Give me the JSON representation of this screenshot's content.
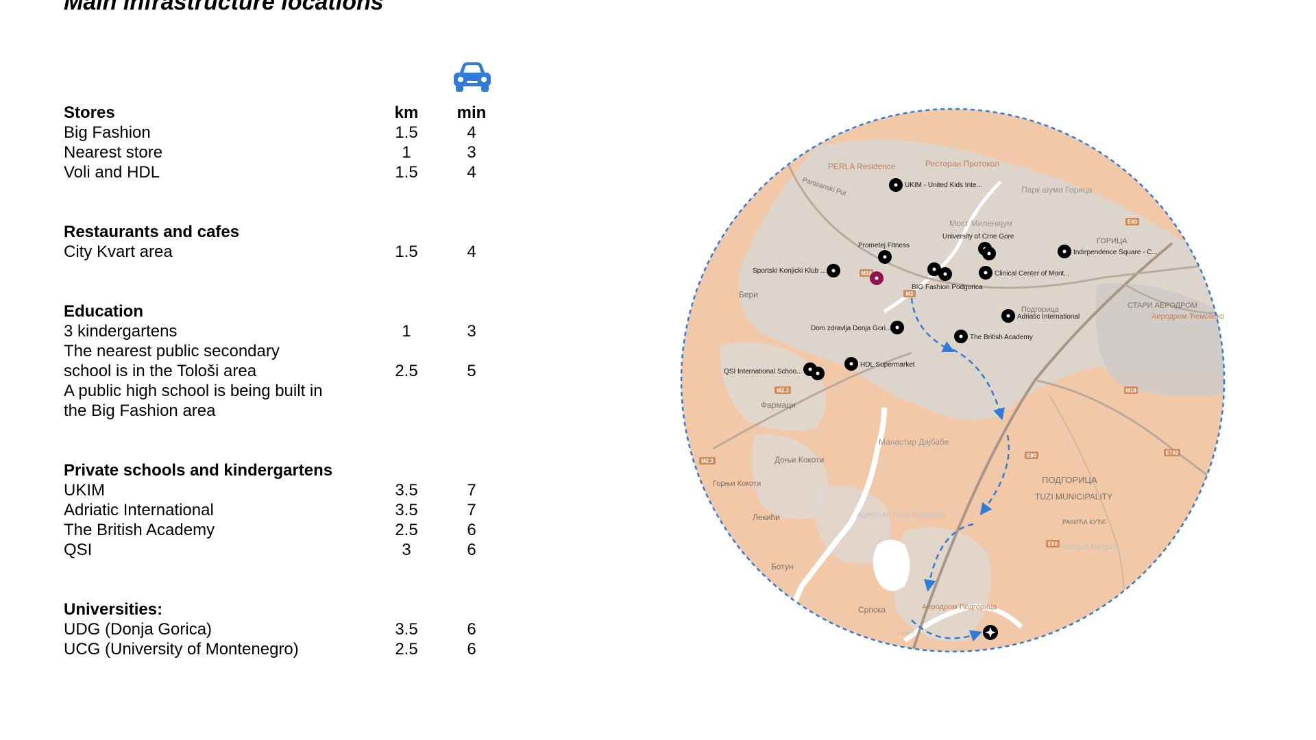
{
  "title": "Main infrastructure locations",
  "columns": {
    "km": "km",
    "min": "min"
  },
  "icons": {
    "transport": "car-icon"
  },
  "colors": {
    "accent": "#2f7bd8",
    "map_base": "#f1c7a5",
    "marker": "#000000",
    "home_marker": "#8e1350"
  },
  "sections": [
    {
      "title": "Stores",
      "rows": [
        {
          "label": "Big Fashion",
          "km": "1.5",
          "min": "4"
        },
        {
          "label": "Nearest store",
          "km": "1",
          "min": "3"
        },
        {
          "label": "Voli and HDL",
          "km": "1.5",
          "min": "4"
        }
      ]
    },
    {
      "title": "Restaurants and cafes",
      "rows": [
        {
          "label": "City Kvart area",
          "km": "1.5",
          "min": "4"
        }
      ]
    },
    {
      "title": "Education",
      "rows": [
        {
          "label": "3 kindergartens",
          "km": "1",
          "min": "3"
        },
        {
          "label": "The nearest public secondary school is in the Tološi area",
          "km": "2.5",
          "min": "5"
        },
        {
          "label": "A public high school is being built in the Big Fashion area",
          "km": "",
          "min": ""
        }
      ]
    },
    {
      "title": "Private schools and kindergartens",
      "rows": [
        {
          "label": "UKIM",
          "km": "3.5",
          "min": "7"
        },
        {
          "label": "Adriatic International",
          "km": "3.5",
          "min": "7"
        },
        {
          "label": "The British Academy",
          "km": "2.5",
          "min": "6"
        },
        {
          "label": "QSI",
          "km": "3",
          "min": "6"
        }
      ]
    },
    {
      "title": "Universities:",
      "rows": [
        {
          "label": "UDG (Donja Gorica)",
          "km": "3.5",
          "min": "6"
        },
        {
          "label": "UCG (University of Montenegro)",
          "km": "2.5",
          "min": "6"
        }
      ]
    }
  ],
  "map": {
    "poi": [
      "UKIM - United Kids Inte...",
      "University of Crne Gore",
      "Prometej Fitness",
      "Independence Square - C...",
      "Sportski Konjicki Klub ...",
      "Clinical Center of Mont...",
      "BIG Fashion Podgorica",
      "Adriatic International",
      "Dom zdravlja Donja Gori...",
      "The British Academy",
      "HDL Supermarket",
      "QSI International Schoo..."
    ],
    "places": [
      "PERLA Residence",
      "Ресторан Протокол",
      "Partizanski Put",
      "Парк шума Горица",
      "Мост Миленијум",
      "ГОРИЦА",
      "Бери",
      "СТАРИ АЕРОДРОМ",
      "Аеродром Ћемовско Поље",
      "Подгорица",
      "Фармаци",
      "Манастир Дајбабе",
      "Доњи Кокоти",
      "Горњи Кокоти",
      "Лекићи",
      "Aluminum Plant Podgorica",
      "ПОДГОРИЦА",
      "TUZI MUNICIPALITY",
      "Ботун",
      "Vodogad Nijagara",
      "Српска",
      "Аеродром Подгорица",
      "Hotel",
      "РАКИЋА КУЋЕ"
    ],
    "roads": [
      "E80",
      "E80",
      "E80",
      "E762",
      "M18",
      "M2.3",
      "M2.3",
      "M18",
      "M2"
    ]
  }
}
